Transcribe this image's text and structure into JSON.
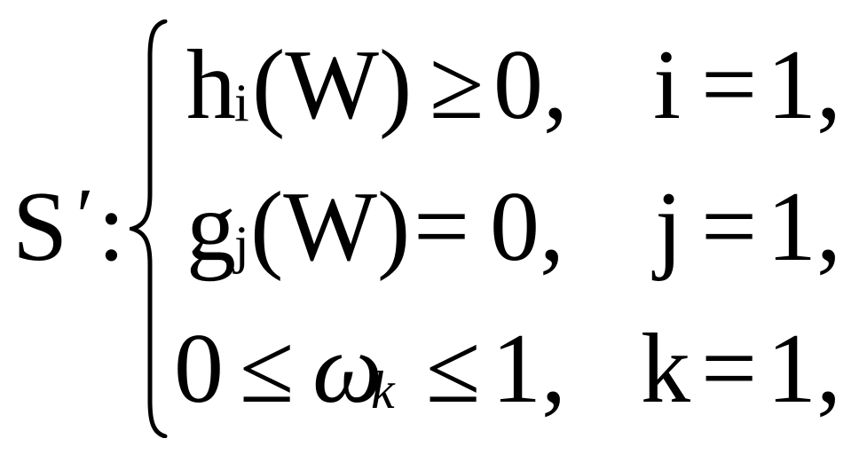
{
  "formula": {
    "lhs": {
      "symbol": "S",
      "prime": "′",
      "colon": ":"
    },
    "rows": [
      {
        "fn": "h",
        "sub": "i",
        "arg": "(W)",
        "rel": "≥",
        "rhs": "0,",
        "idx": "i",
        "eq": "=",
        "val": "1,"
      },
      {
        "fn": "g",
        "sub": "j",
        "arg": "(W)",
        "rel": "=",
        "rhs": "0,",
        "idx": "j",
        "eq": "=",
        "val": "1,"
      },
      {
        "lower": "0",
        "rel1": "≤",
        "var": "ω",
        "sub": "k",
        "rel2": "≤",
        "upper": "1,",
        "idx": "k",
        "eq": "=",
        "val": "1,"
      }
    ]
  }
}
